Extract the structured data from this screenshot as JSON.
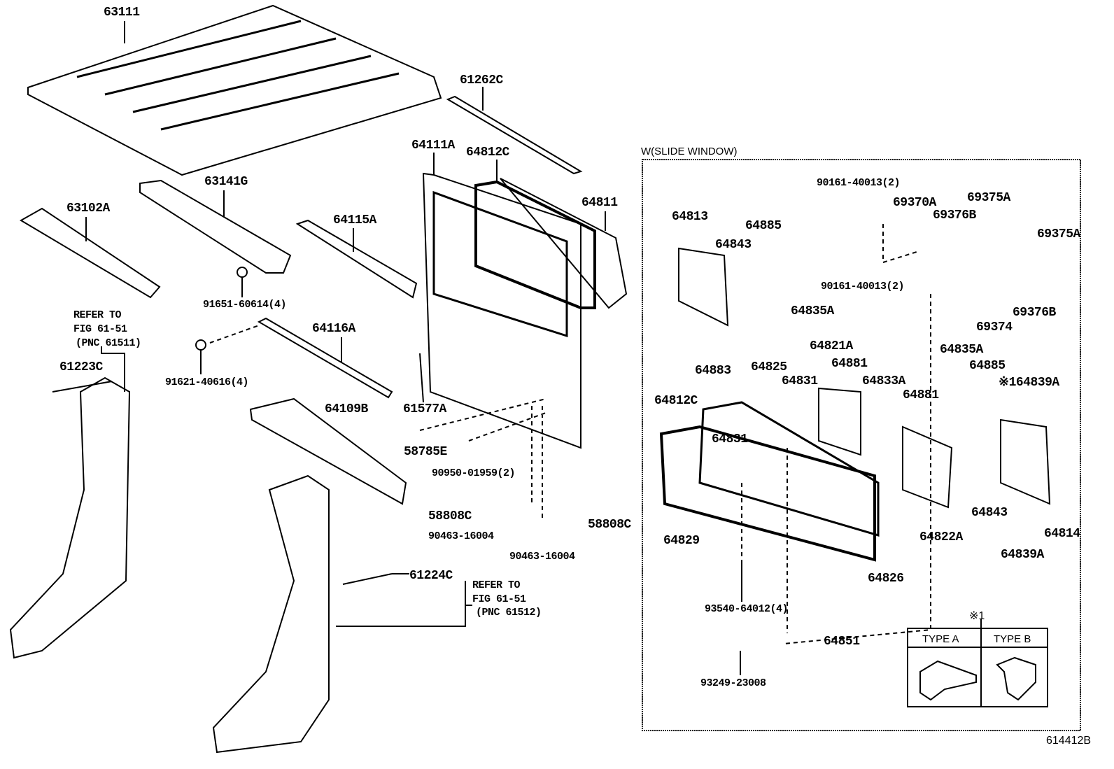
{
  "labels": [
    "63111",
    "61262C",
    "64111A",
    "64812C",
    "W(SLIDE WINDOW)",
    "63141G",
    "64811",
    "63102A",
    "64115A",
    "91651-60614(4)",
    "REFER TO",
    "FIG 61-51",
    "(PNC 61511)",
    "64116A",
    "91621-40616(4)",
    "61223C",
    "64109B",
    "61577A",
    "58785E",
    "90950-01959(2)",
    "58808C",
    "90463-16004",
    "90463-16004",
    "58808C",
    "61224C",
    "REFER TO",
    "FIG 61-51",
    "(PNC 61512)",
    "90161-40013(2)",
    "69370A",
    "69375A",
    "64813",
    "69376B",
    "64885",
    "69375A",
    "64843",
    "90161-40013(2)",
    "64835A",
    "69376B",
    "69374",
    "64821A",
    "64835A",
    "64883",
    "64825",
    "64881",
    "64885",
    "※164839A",
    "64831",
    "64833A",
    "64812C",
    "64881",
    "64831",
    "64829",
    "64822A",
    "64843",
    "64814",
    "64839A",
    "64826",
    "93540-64012(4)",
    "※1",
    "64851",
    "TYPE A",
    "TYPE B",
    "93249-23008",
    "614412B"
  ]
}
